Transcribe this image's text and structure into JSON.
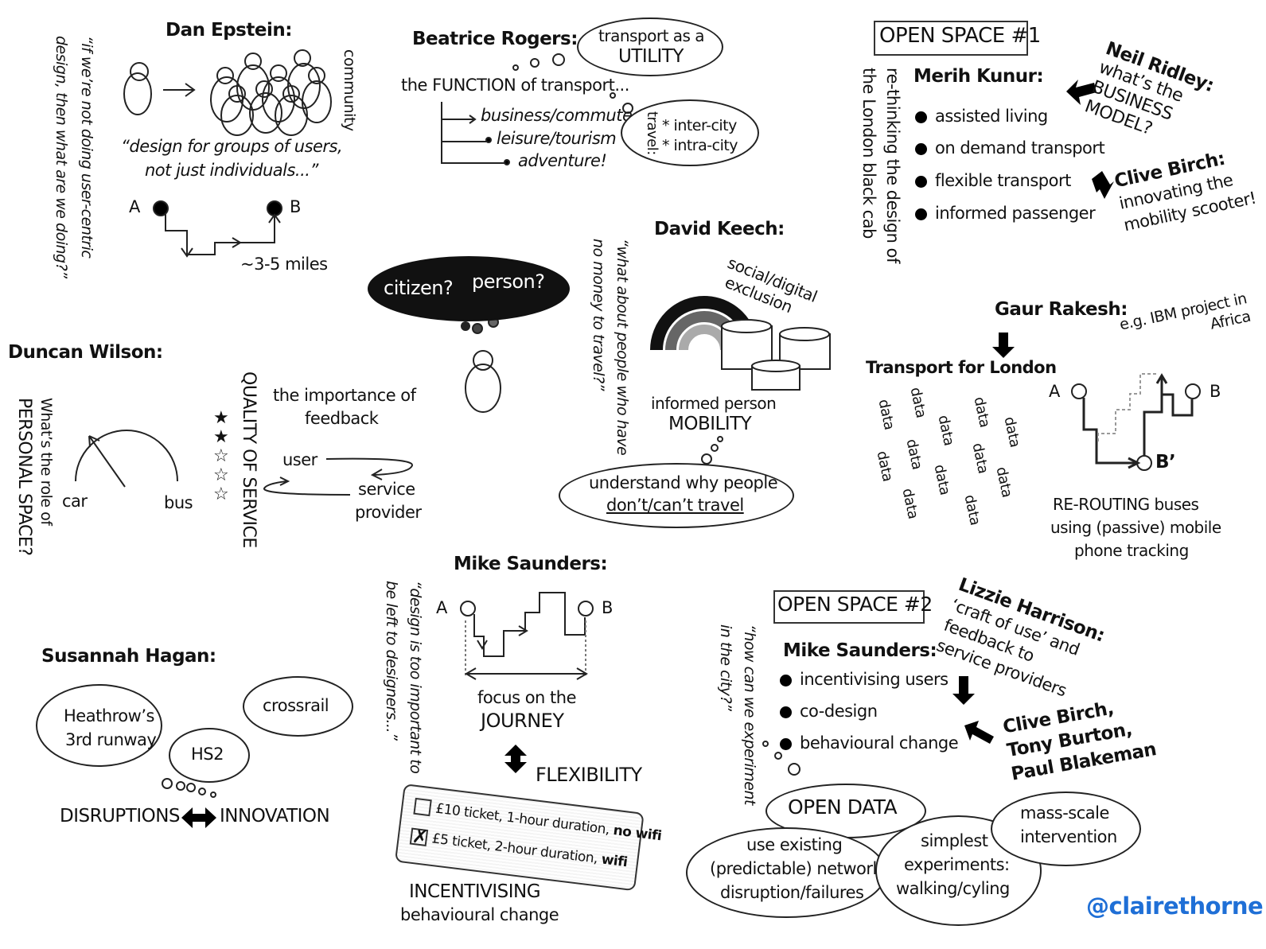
{
  "dan_epstein": {
    "name": "Dan Epstein:",
    "side_quote": [
      "“if we’re not doing user-centric",
      "design, then what are we doing?”"
    ],
    "community": "community",
    "quote": [
      "“design for groups of users,",
      "not just individuals...”"
    ],
    "a": "A",
    "b": "B",
    "distance": "~3-5 miles"
  },
  "beatrice_rogers": {
    "name": "Beatrice Rogers:",
    "cloud": [
      "transport as a",
      "UTILITY"
    ],
    "function": "the FUNCTION of transport...",
    "items": [
      "business/commute",
      "leisure/tourism",
      "adventure!"
    ],
    "travel_label": "travel:",
    "travel_items": [
      "* inter-city",
      "* intra-city"
    ]
  },
  "citizen_cloud": {
    "citizen": "citizen?",
    "person": "person?"
  },
  "david_keech": {
    "name": "David Keech:",
    "quote": [
      "“what about people who have",
      "no money to travel?”"
    ],
    "exclusion": [
      "social/digital",
      "exclusion"
    ],
    "informed": "informed person",
    "mobility": "MOBILITY",
    "cloud": [
      "understand why people",
      "don’t/can’t travel"
    ]
  },
  "open_space_1": {
    "title": "OPEN SPACE #1",
    "speaker": "Merih Kunur:",
    "side": [
      "re-thinking the design of",
      "the London black cab"
    ],
    "items": [
      "assisted living",
      "on demand transport",
      "flexible transport",
      "informed passenger"
    ],
    "neil": {
      "name": "Neil Ridley:",
      "lines": [
        "what’s the",
        "BUSINESS",
        "MODEL?"
      ]
    },
    "clive": {
      "name": "Clive Birch:",
      "lines": [
        "innovating the",
        "mobility scooter!"
      ]
    }
  },
  "gaur_rakesh": {
    "name": "Gaur Rakesh:",
    "tfl": "Transport for London",
    "data_word": "data",
    "ibm": [
      "e.g. IBM project in",
      "Africa"
    ],
    "a": "A",
    "b": "B",
    "b_prime": "B’",
    "rerouting": [
      "RE-ROUTING buses",
      "using (passive) mobile",
      "phone tracking"
    ]
  },
  "duncan_wilson": {
    "name": "Duncan Wilson:",
    "side": [
      "What’s the role of",
      "PERSONAL SPACE?"
    ],
    "car": "car",
    "bus": "bus",
    "quality": "QUALITY OF SERVICE",
    "quality_rating": 2,
    "quality_max": 5,
    "feedback": [
      "the importance of",
      "feedback"
    ],
    "user": "user",
    "provider": [
      "service",
      "provider"
    ]
  },
  "mike_saunders": {
    "name": "Mike Saunders:",
    "quote": [
      "“design is too important to",
      "be left to designers...”"
    ],
    "a": "A",
    "b": "B",
    "journey": [
      "focus on the",
      "JOURNEY"
    ],
    "flexibility": "FLEXIBILITY",
    "tickets": [
      {
        "text": "£10 ticket, 1-hour duration, ",
        "bold": "no wifi",
        "checked": false
      },
      {
        "text": "£5 ticket, 2-hour duration, ",
        "bold": "wifi",
        "checked": true
      }
    ],
    "incentivising": [
      "INCENTIVISING",
      "behavioural change"
    ]
  },
  "susannah_hagan": {
    "name": "Susannah Hagan:",
    "heathrow": [
      "Heathrow’s",
      "3rd runway"
    ],
    "hs2": "HS2",
    "crossrail": "crossrail",
    "disruptions": "DISRUPTIONS",
    "innovation": "INNOVATION"
  },
  "open_space_2": {
    "title": "OPEN SPACE #2",
    "quote": [
      "“how can we experiment",
      "in the city?”"
    ],
    "speaker": "Mike Saunders:",
    "items": [
      "incentivising users",
      "co-design",
      "behavioural change"
    ],
    "lizzie": {
      "name": "Lizzie Harrison:",
      "lines": [
        "‘craft of use’ and",
        "feedback to",
        "service providers"
      ]
    },
    "clive_group": [
      "Clive Birch,",
      "Tony Burton,",
      "Paul Blakeman"
    ],
    "open_data": "OPEN DATA",
    "existing": [
      "use existing",
      "(predictable) network",
      "disruption/failures"
    ],
    "simplest": [
      "simplest",
      "experiments:",
      "walking/cyling"
    ],
    "mass": [
      "mass-scale",
      "intervention"
    ]
  },
  "handle": "@clairethorne",
  "colors": {
    "handle": "#1f6fd6",
    "ink": "#111111"
  }
}
